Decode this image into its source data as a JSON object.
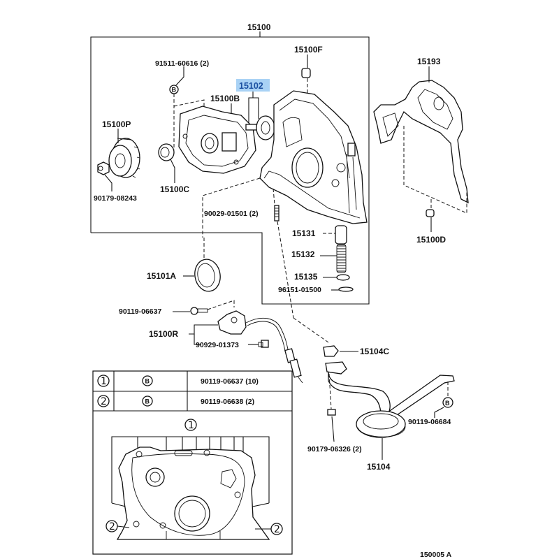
{
  "diagram": {
    "assembly_label": "15100",
    "figure_code": "150005 A",
    "highlighted_part": "15102",
    "parts": {
      "p15100F": "15100F",
      "p91511": "91511-60616 (2)",
      "p15102": "15102",
      "p15100B": "15100B",
      "p15100P": "15100P",
      "p15100C": "15100C",
      "p90179_08243": "90179-08243",
      "p90029": "90029-01501 (2)",
      "p15193": "15193",
      "p15100D": "15100D",
      "p15131": "15131",
      "p15132": "15132",
      "p15135": "15135",
      "p96151": "96151-01500",
      "p15101A": "15101A",
      "p90119_06637": "90119-06637",
      "p15100R": "15100R",
      "p90929": "90929-01373",
      "p15104C": "15104C",
      "p90119_06684": "90119-06684",
      "p90179_06326": "90179-06326 (2)",
      "p15104": "15104"
    },
    "bolt_marker": "B",
    "legend_table": {
      "rows": [
        {
          "index": "①",
          "marker": "B",
          "part": "90119-06637 (10)"
        },
        {
          "index": "②",
          "marker": "B",
          "part": "90119-06638 (2)"
        }
      ]
    },
    "inset_callouts": {
      "one": "①",
      "two_left": "②",
      "two_right": "②"
    }
  }
}
